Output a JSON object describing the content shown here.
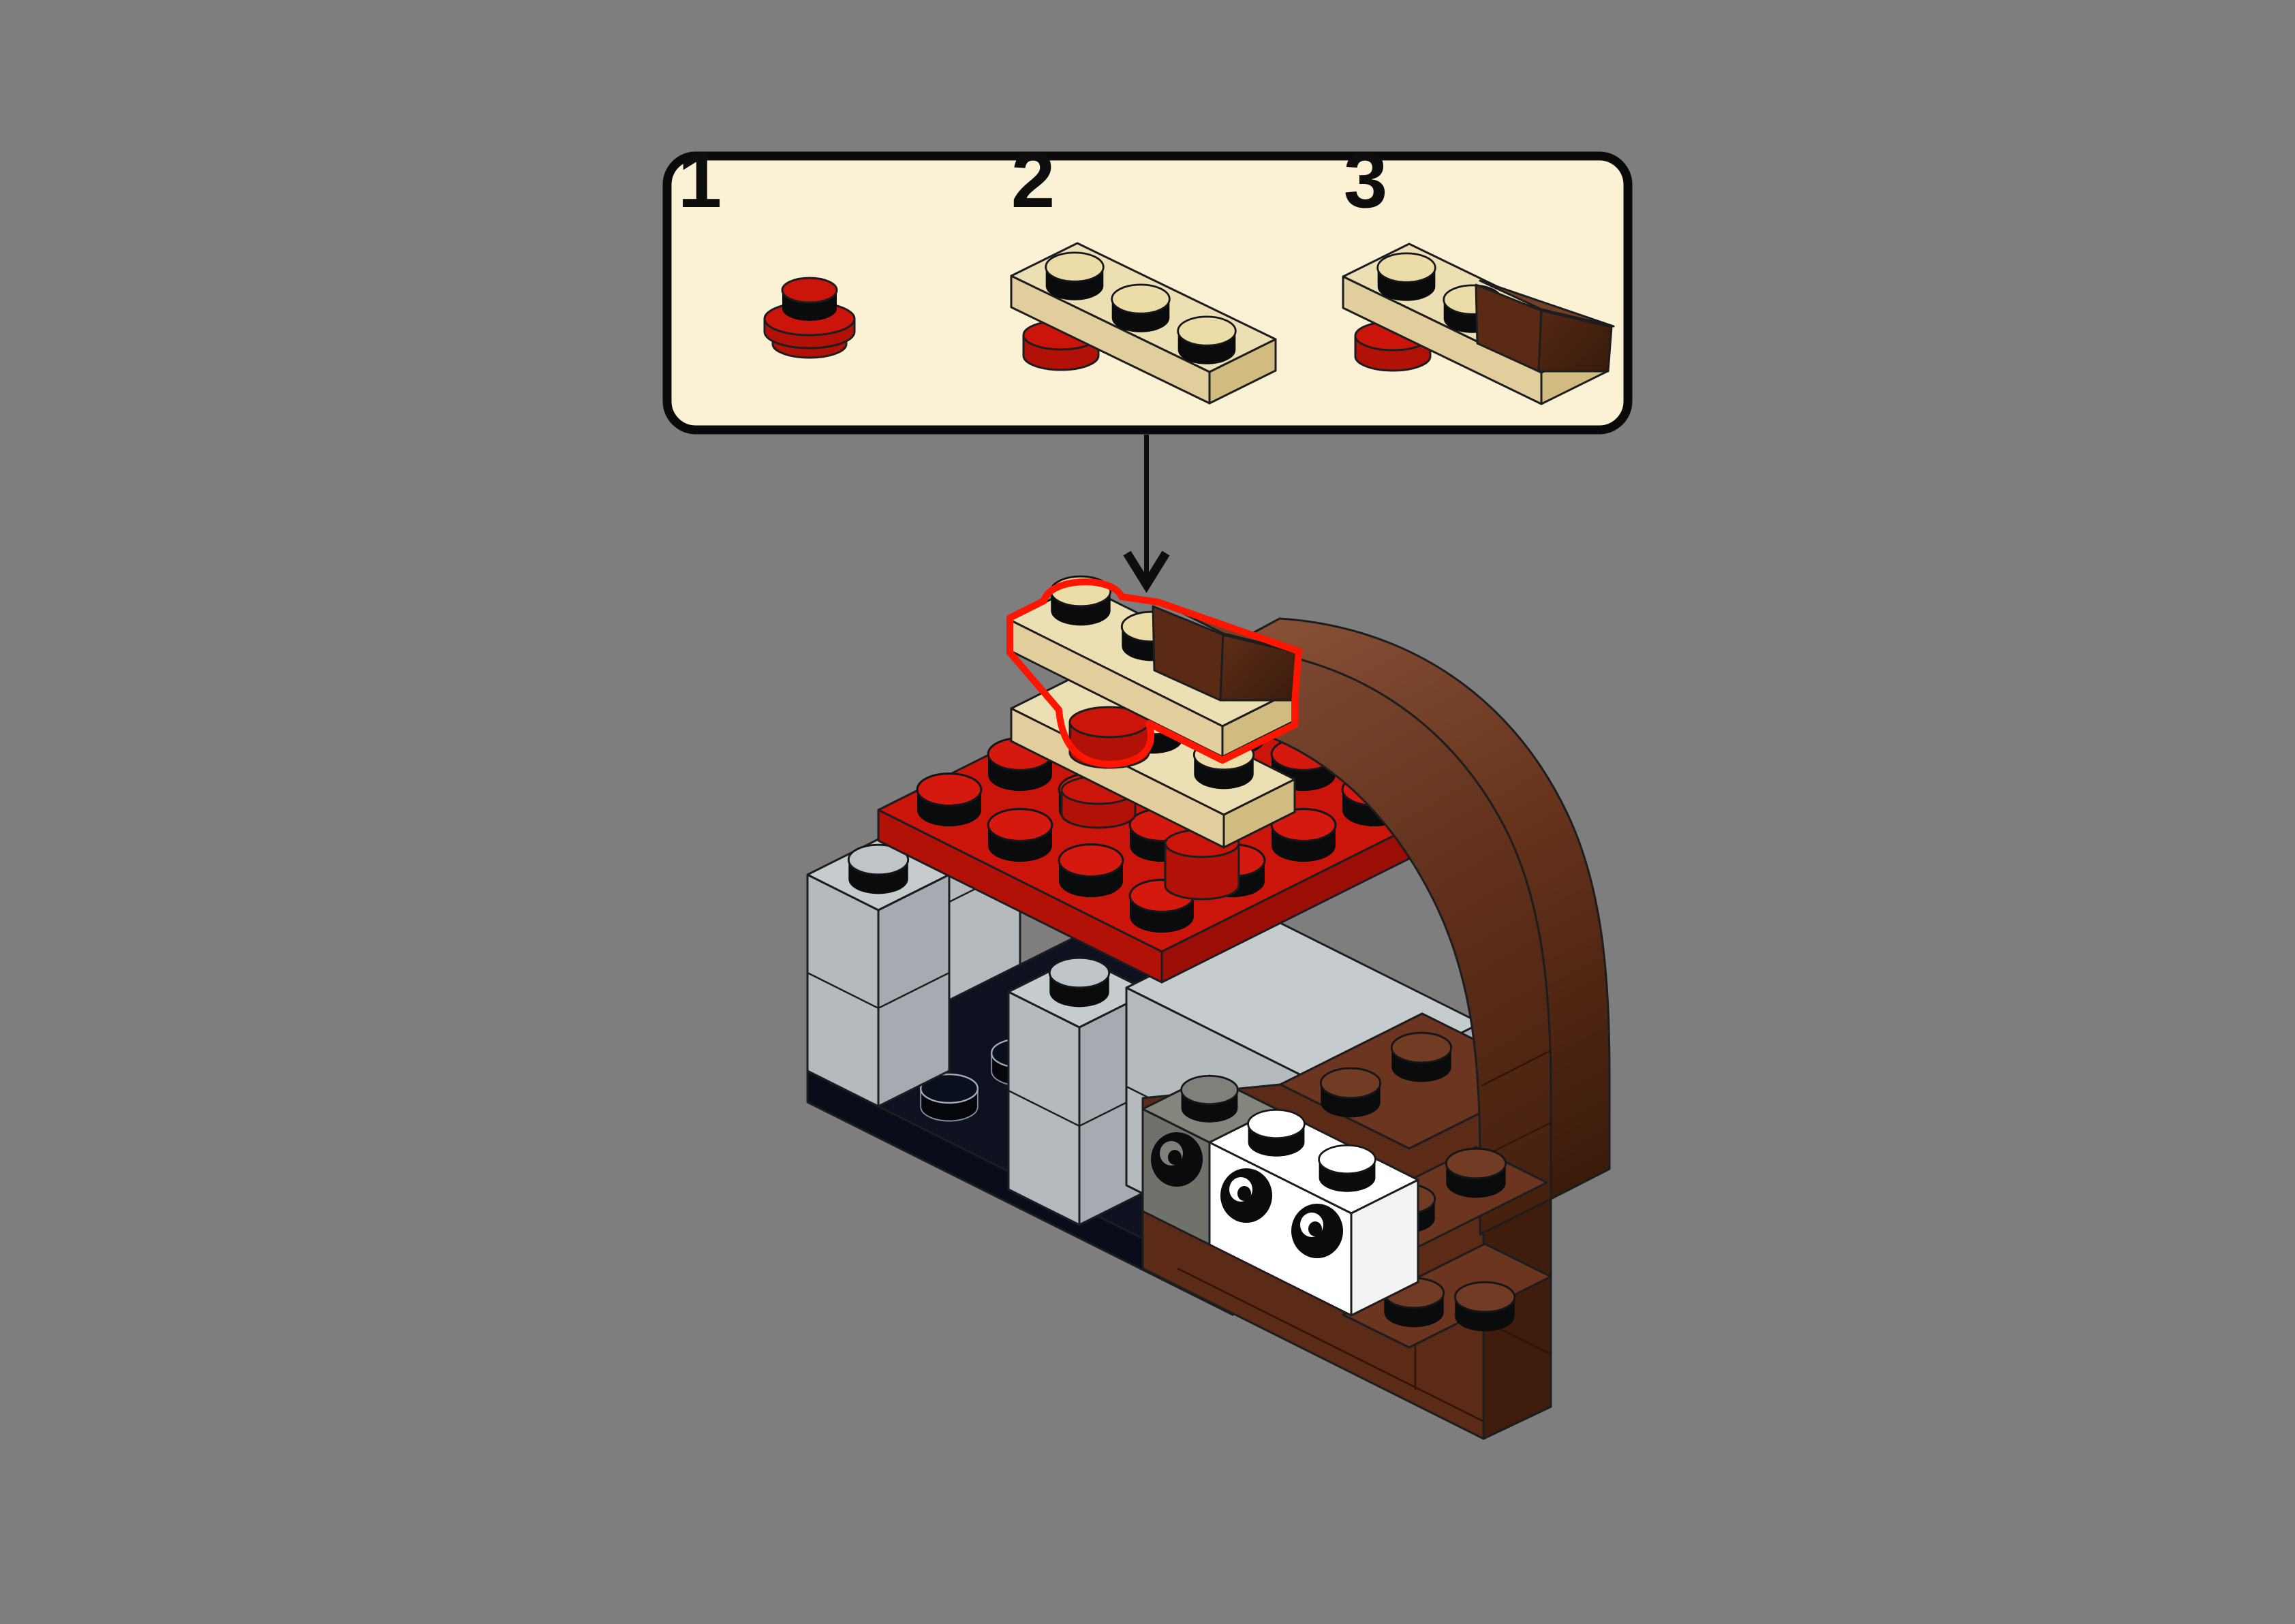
{
  "panel": {
    "steps": [
      {
        "label": "1",
        "piece": "red-round-plate-1x1"
      },
      {
        "label": "2",
        "piece": "tan-plate-1x3-on-red-round-plate"
      },
      {
        "label": "3",
        "piece": "tan-plate-1x3-with-brown-slope-on-red-round-plate"
      }
    ]
  },
  "arrow": {
    "icon": "down-arrow-icon"
  },
  "model": {
    "highlighted_subassembly": "tan-plate-1x3-with-brown-slope-and-red-round-plate",
    "parts": [
      "black-base-plate",
      "light-gray-brick-column-left",
      "light-gray-brick-back",
      "light-gray-brick-column-middle",
      "light-gray-brick-wall-right",
      "red-plate-4x4",
      "red-round-bricks",
      "tan-plate-1x3-lower",
      "dark-gray-headlight-brick",
      "white-headlight-brick-1x2",
      "brown-brick-wall",
      "brown-arch"
    ]
  },
  "palette": {
    "bg": "#7E7E7E",
    "panelFill": "#FBF2D5",
    "panelBorder": "#0A0A0A",
    "ink": "#0E0E0E",
    "outline": "#1B1D1F",
    "hl": "#FF1500",
    "redTop": "#CB150B",
    "redL": "#B21107",
    "redR": "#9A0E05",
    "redStud": "#D5190E",
    "tanTop": "#EDDFB4",
    "tanL": "#E2CE9C",
    "tanR": "#D2BB80",
    "tanStud": "#EBDCA8",
    "grayTop": "#C6CBCE",
    "grayL": "#B4BABE",
    "grayR": "#A5ABB0",
    "grayStud": "#BEC4C8",
    "navyTop": "#0D1120",
    "navyL": "#0A0D19",
    "navyR": "#070A12",
    "dgTop": "#84867E",
    "dgL": "#6F716B",
    "dgR": "#575953",
    "dgStud": "#7E807A",
    "white": "#FFFFFF",
    "whiteR": "#F3F3F1",
    "brownTop": "#6B3520",
    "brownL": "#5C2B17",
    "brownR": "#3F1C0C",
    "brownStud": "#713B24",
    "slopeSide": "#5A2A15",
    "slopeTop": "#714026"
  }
}
